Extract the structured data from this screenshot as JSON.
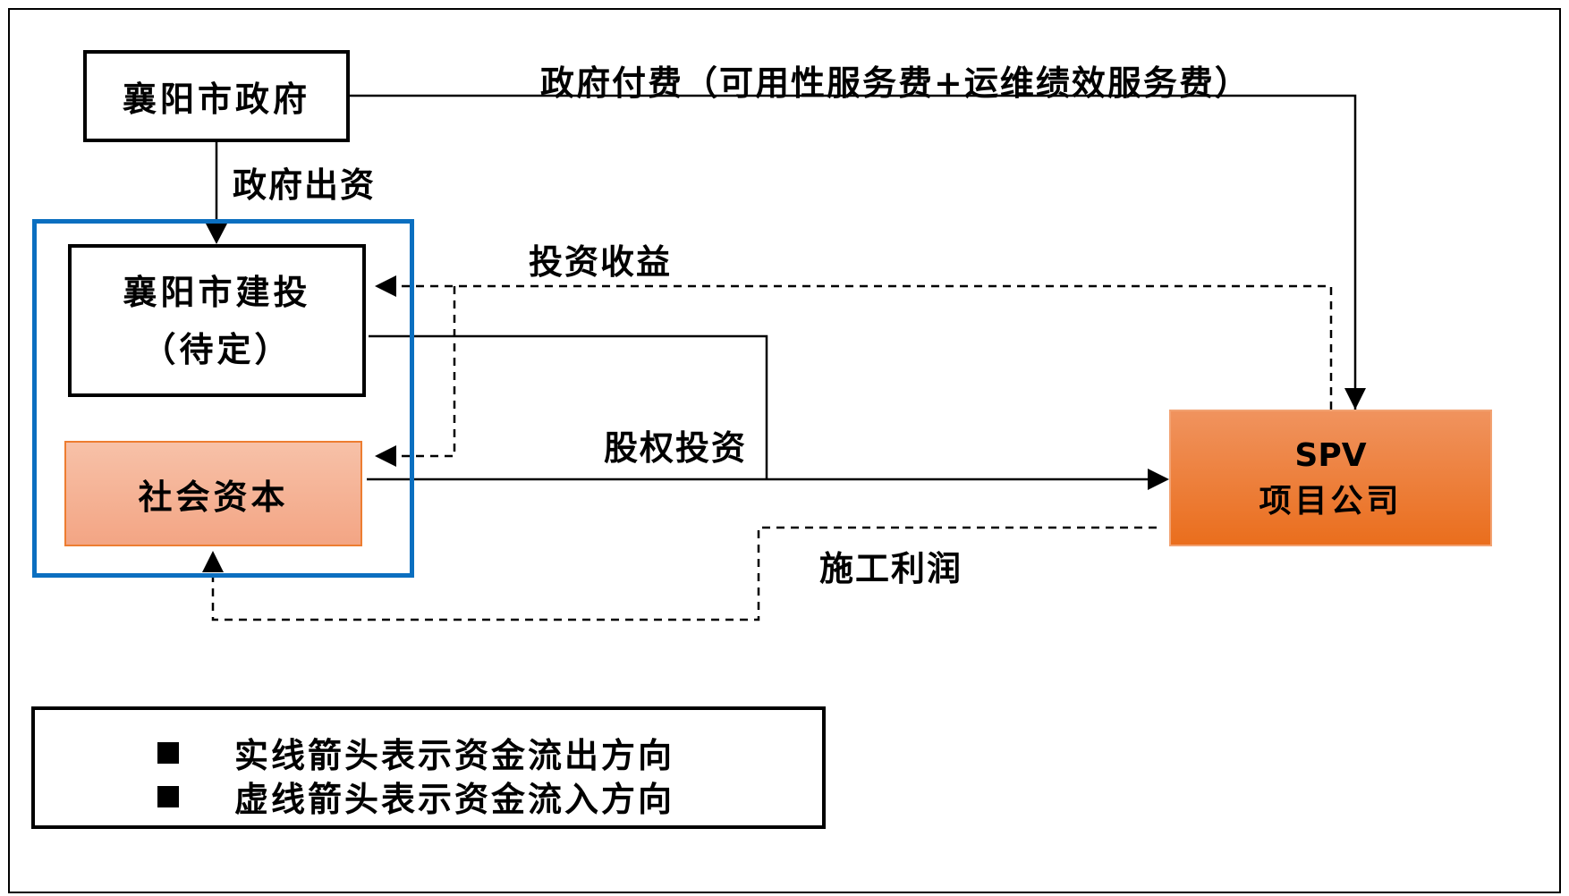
{
  "diagram": {
    "nodes": {
      "government": {
        "label": "襄阳市政府"
      },
      "construction_investment": {
        "label": "襄阳市建投",
        "sublabel": "（待定）"
      },
      "social_capital": {
        "label": "社会资本"
      },
      "spv": {
        "label_en": "SPV",
        "label_zh": "项目公司"
      }
    },
    "group": {
      "name": "government-and-social-capital-group",
      "border_color": "#0B6FC0"
    },
    "edges": {
      "government_payment": {
        "label": "政府付费（可用性服务费+运维绩效服务费）",
        "from": "襄阳市政府",
        "to": "SPV 项目公司",
        "style": "solid"
      },
      "government_capital": {
        "label": "政府出资",
        "from": "襄阳市政府",
        "to": "襄阳市建投",
        "style": "solid"
      },
      "investment_return": {
        "label": "投资收益",
        "from": "SPV 项目公司",
        "to": [
          "襄阳市建投",
          "社会资本"
        ],
        "style": "dashed"
      },
      "equity_investment": {
        "label": "股权投资",
        "from": [
          "襄阳市建投",
          "社会资本"
        ],
        "to": "SPV 项目公司",
        "style": "solid"
      },
      "construction_profit": {
        "label": "施工利润",
        "from": "SPV 项目公司",
        "to": "社会资本",
        "style": "dashed"
      }
    },
    "legend": {
      "items": [
        {
          "text": "实线箭头表示资金流出方向"
        },
        {
          "text": "虚线箭头表示资金流入方向"
        }
      ]
    },
    "colors": {
      "spv_fill": "#EB7425",
      "social_capital_fill": "#F4AF90",
      "social_capital_border": "#ED7D31",
      "group_border": "#0B6FC0"
    }
  }
}
